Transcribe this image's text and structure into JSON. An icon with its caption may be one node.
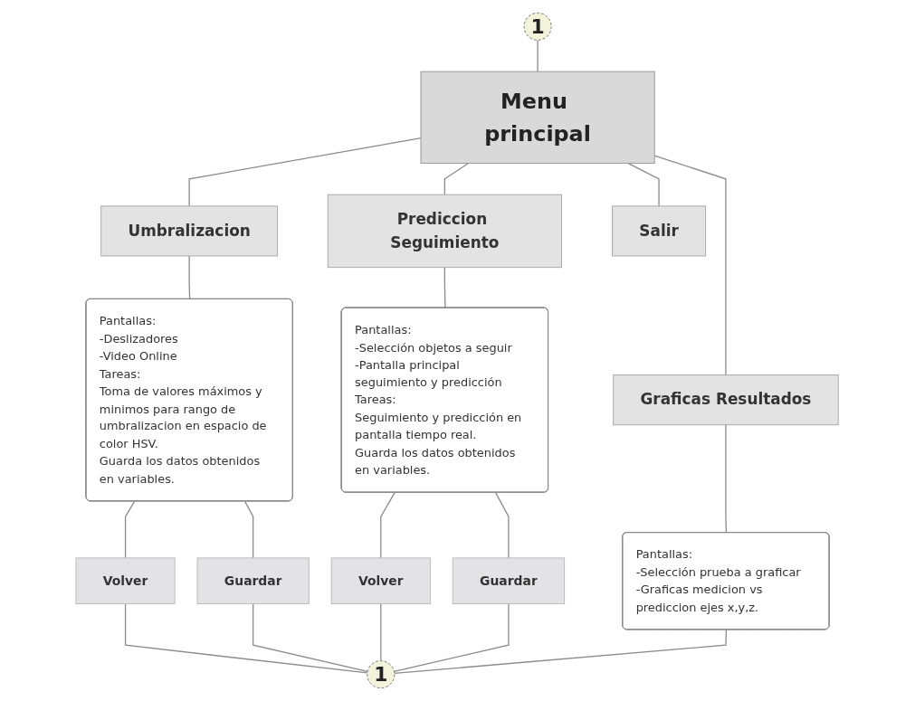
{
  "diagram": {
    "nodes": [
      {
        "text": [
          "1"
        ]
      },
      {
        "text": [
          "Menu principal"
        ]
      },
      {
        "text": [
          "Umbralizacion"
        ]
      },
      {
        "text": [
          "Prediccion Seguimiento"
        ]
      },
      {
        "text": [
          "Graficas Resultados"
        ]
      },
      {
        "text": [
          "Salir"
        ]
      },
      {
        "text": [
          "Pantallas:",
          "-Deslizadores",
          "-Video Online",
          "Tareas:",
          "Toma de valores máximos y minimos para rango de umbralizacion en espacio de color HSV.",
          "Guarda los datos obtenidos en variables."
        ]
      },
      {
        "text": [
          "Pantallas:",
          "-Selección objetos a seguir",
          "-Pantalla principal seguimiento y predicción",
          "Tareas:",
          "Seguimiento y predicción en pantalla tiempo real.",
          "Guarda los datos obtenidos en variables."
        ]
      },
      {
        "text": [
          "Pantallas:",
          "-Selección prueba a graficar",
          "-Graficas medicion vs prediccion ejes x,y,z."
        ]
      },
      {
        "text": [
          "Volver"
        ]
      },
      {
        "text": [
          "Guardar"
        ]
      },
      {
        "text": [
          "Volver"
        ]
      },
      {
        "text": [
          "Guardar"
        ]
      },
      {
        "text": [
          "1"
        ]
      }
    ],
    "edges": [
      {
        "from": 0,
        "to": 1,
        "arrow": "none"
      },
      {
        "from": 1,
        "to": 2,
        "arrow": "none"
      },
      {
        "from": 1,
        "to": 3,
        "arrow": "none"
      },
      {
        "from": 1,
        "to": 4,
        "arrow": "none"
      },
      {
        "from": 1,
        "to": 5,
        "arrow": "none"
      },
      {
        "from": 2,
        "to": 6,
        "arrow": "none"
      },
      {
        "from": 3,
        "to": 7,
        "arrow": "none"
      },
      {
        "from": 4,
        "to": 8,
        "arrow": "none"
      },
      {
        "from": 6,
        "to": 9,
        "arrow": "none"
      },
      {
        "from": 6,
        "to": 10,
        "arrow": "none"
      },
      {
        "from": 7,
        "to": 11,
        "arrow": "none"
      },
      {
        "from": 7,
        "to": 12,
        "arrow": "none"
      },
      {
        "from": 9,
        "to": 13,
        "arrow": "none"
      },
      {
        "from": 10,
        "to": 13,
        "arrow": "none"
      },
      {
        "from": 11,
        "to": 13,
        "arrow": "none"
      },
      {
        "from": 12,
        "to": 13,
        "arrow": "none"
      },
      {
        "from": 8,
        "to": 13,
        "arrow": "none"
      }
    ]
  }
}
